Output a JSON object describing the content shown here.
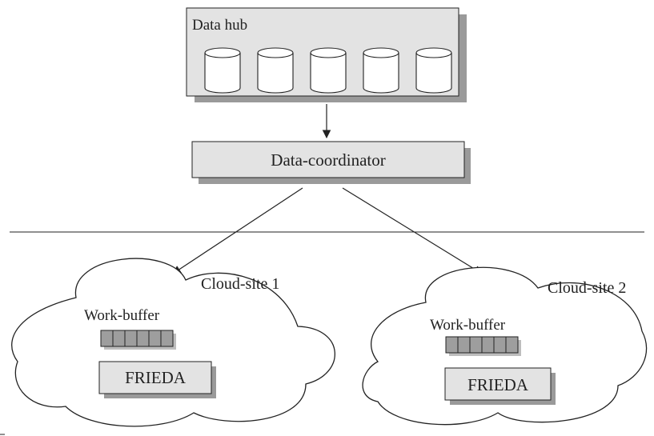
{
  "data_hub": {
    "label": "Data hub",
    "cylinder_count": 5
  },
  "coordinator": {
    "label": "Data-coordinator"
  },
  "sites": [
    {
      "cloud_label": "Cloud-site 1",
      "buffer_label": "Work-buffer",
      "buffer_slots": 6,
      "engine_label": "FRIEDA"
    },
    {
      "cloud_label": "Cloud-site 2",
      "buffer_label": "Work-buffer",
      "buffer_slots": 6,
      "engine_label": "FRIEDA"
    }
  ],
  "colors": {
    "box_fill": "#e3e3e3",
    "shadow": "#9a9a9a",
    "buffer_fill": "#9e9e9e",
    "line": "#222222"
  }
}
